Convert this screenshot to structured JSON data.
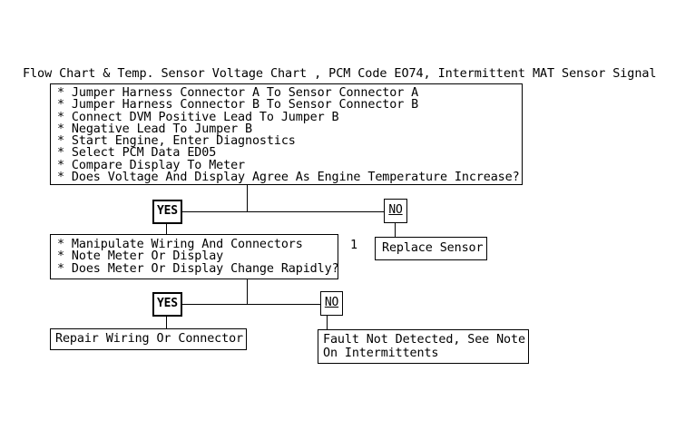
{
  "title": "Flow Chart & Temp. Sensor Voltage Chart , PCM Code EO74, Intermittent MAT Sensor Signal",
  "flowchart": {
    "step1": {
      "lines": [
        "* Jumper Harness Connector A To Sensor Connector A",
        "* Jumper Harness Connector B To Sensor Connector B",
        "* Connect DVM Positive Lead To Jumper B",
        "* Negative Lead To Jumper B",
        "* Start Engine, Enter Diagnostics",
        "* Select PCM Data ED05",
        "* Compare Display To Meter",
        "* Does Voltage And Display Agree As Engine Temperature Increase?"
      ]
    },
    "decision1": {
      "yes_label": "YES",
      "no_label": "NO"
    },
    "step2": {
      "lines": [
        "* Manipulate Wiring And Connectors",
        "* Note Meter Or Display",
        "* Does Meter Or Display Change Rapidly?"
      ]
    },
    "replace_sensor": {
      "number": "1",
      "label": "Replace Sensor"
    },
    "decision2": {
      "yes_label": "YES",
      "no_label": "NO"
    },
    "repair": {
      "label": "Repair Wiring Or Connector"
    },
    "fault": {
      "lines": [
        "Fault Not Detected, See Note",
        "On Intermittents"
      ]
    }
  },
  "colors": {
    "background": "#ffffff",
    "ink": "#000000"
  }
}
